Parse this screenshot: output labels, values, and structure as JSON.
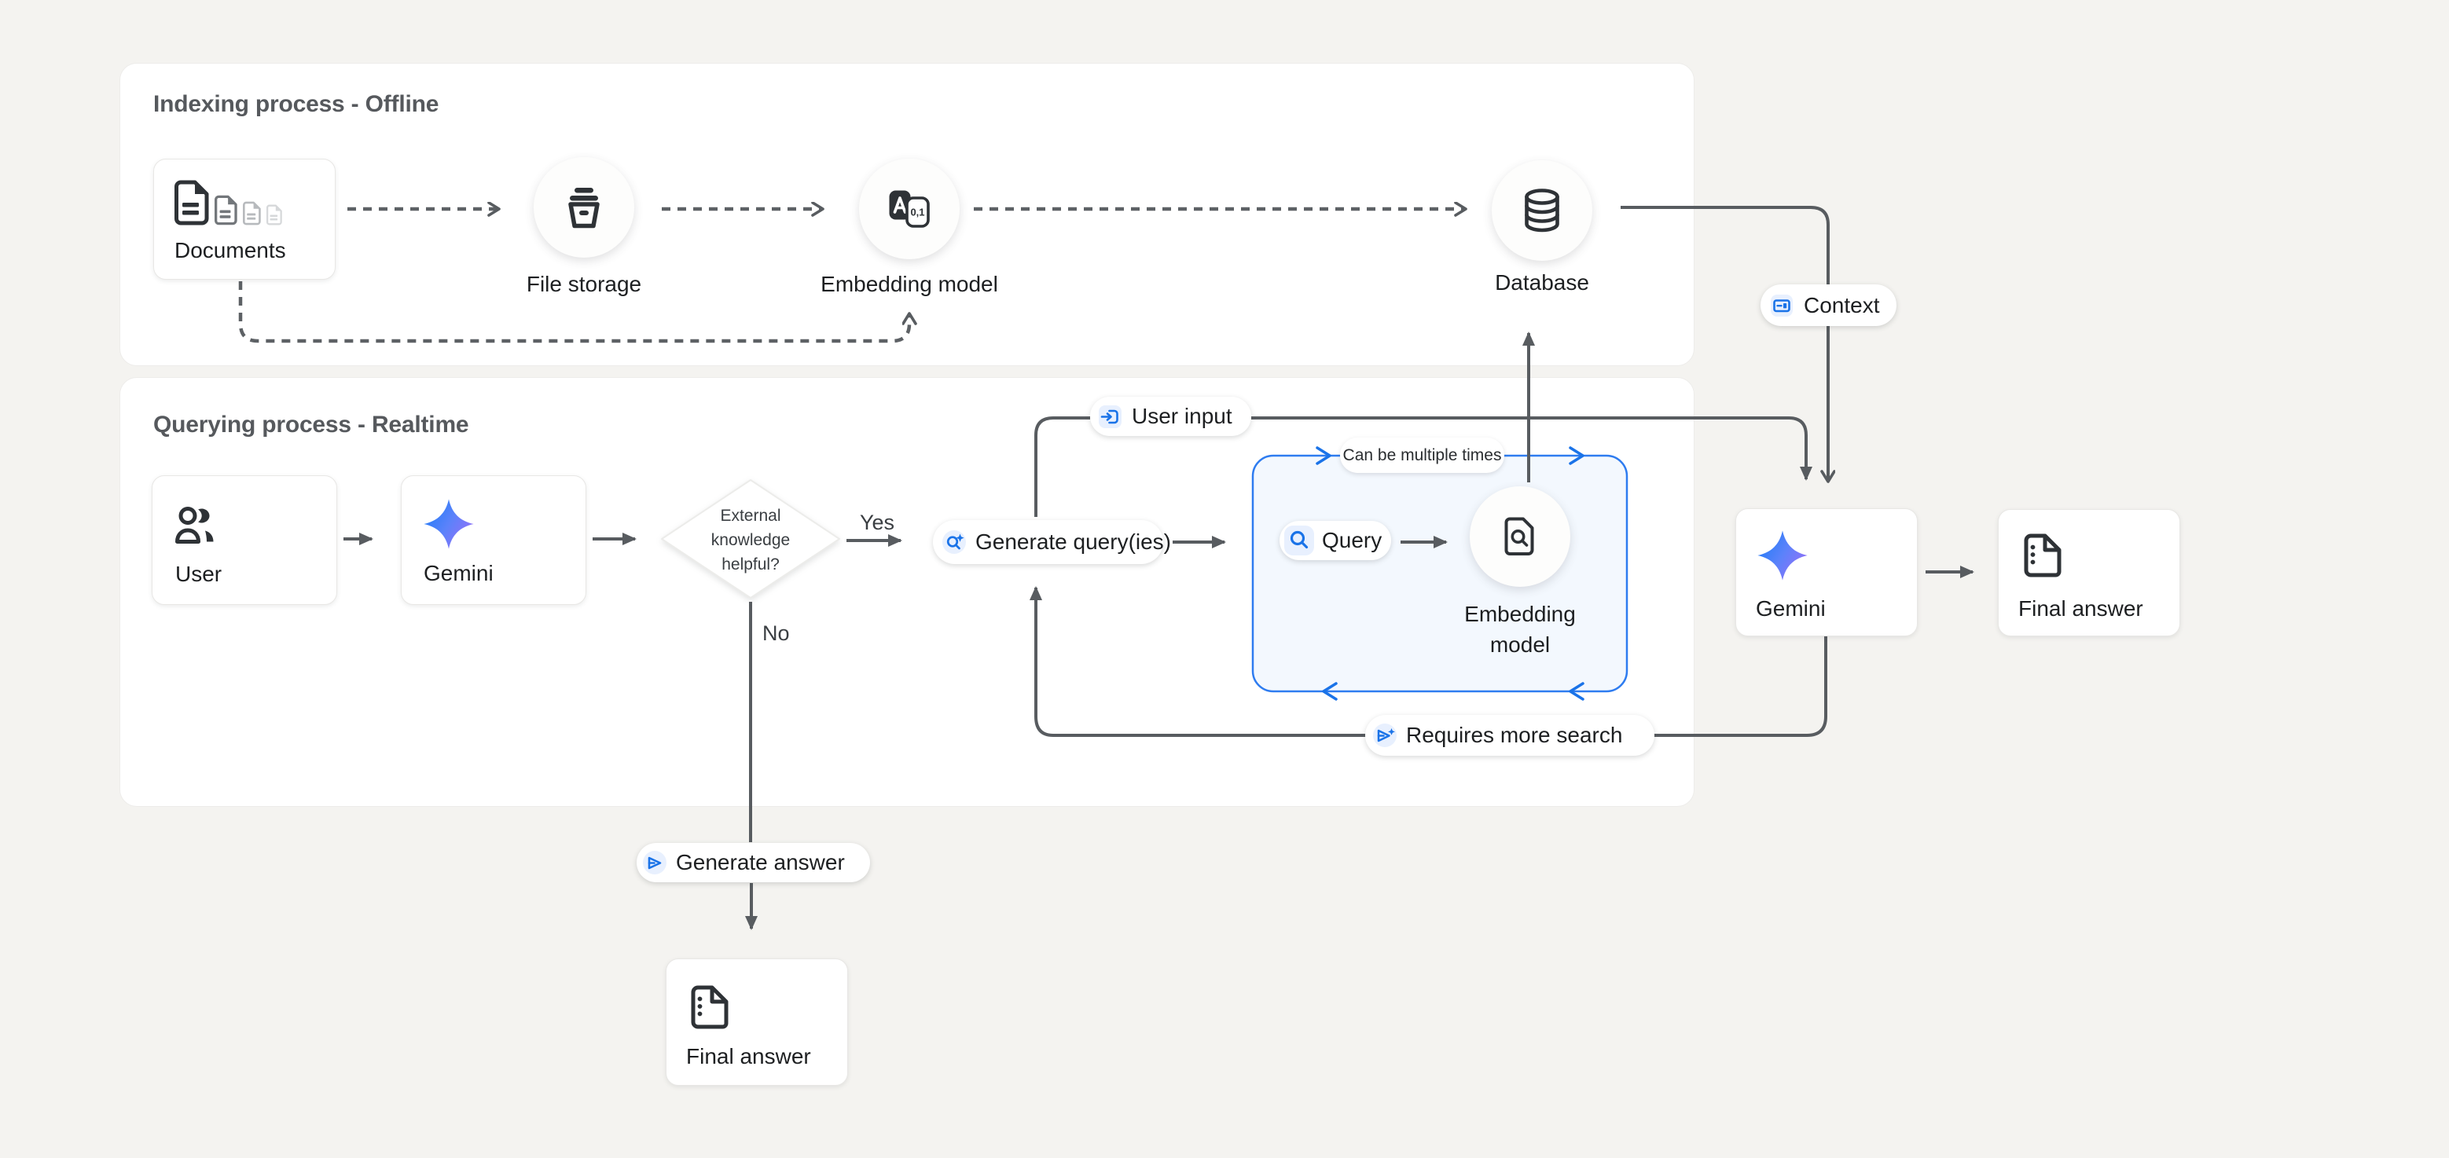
{
  "page": {
    "background": "#f4f3f0"
  },
  "colors": {
    "accent_blue": "#1a73e8",
    "loop_box_border": "#2e7cf0",
    "loop_box_fill": "#f3f8fe",
    "chip_blue_bg": "#e8f0fe",
    "connector_gray": "#585c60",
    "panel_bg": "#ffffff",
    "gemini_gradient_start": "#1f7cf7",
    "gemini_gradient_end": "#9a6ef8"
  },
  "panels": {
    "indexing": {
      "title": "Indexing process - Offline"
    },
    "querying": {
      "title": "Querying process - Realtime"
    }
  },
  "nodes": {
    "documents": {
      "label": "Documents"
    },
    "file_storage": {
      "label": "File storage"
    },
    "embedding_model_top": {
      "label": "Embedding model",
      "icon_letter": "A",
      "icon_digits": "0,1"
    },
    "database": {
      "label": "Database"
    },
    "user": {
      "label": "User"
    },
    "gemini_left": {
      "label": "Gemini"
    },
    "decision": {
      "question": "External knowledge helpful?"
    },
    "generate_query": {
      "label": "Generate query(ies)"
    },
    "query": {
      "label": "Query"
    },
    "embedding_model_query": {
      "label": "Embedding model"
    },
    "gemini_right": {
      "label": "Gemini"
    },
    "final_answer_right": {
      "label": "Final answer"
    },
    "generate_answer": {
      "label": "Generate answer"
    },
    "final_answer_bottom": {
      "label": "Final answer"
    }
  },
  "labels": {
    "user_input": "User input",
    "context": "Context",
    "requires_more_search": "Requires more search",
    "can_be_multiple_times": "Can be multiple times",
    "yes": "Yes",
    "no": "No"
  }
}
